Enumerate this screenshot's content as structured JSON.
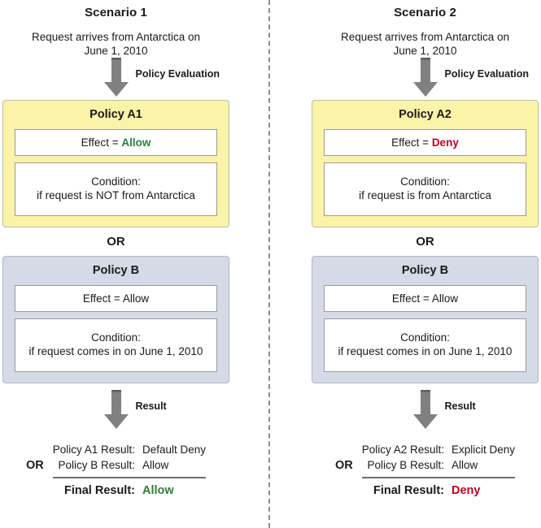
{
  "divider": {
    "style": "dashed-vertical",
    "color": "#8c8c8c"
  },
  "colors": {
    "allow": "#2e7d3c",
    "deny": "#c00020",
    "policy_a_fill": "#faf3a8",
    "policy_b_fill": "#d5dae6",
    "arrow": "#808080"
  },
  "scenarios": [
    {
      "title": "Scenario 1",
      "request": "Request arrives from Antarctica on\nJune 1, 2010",
      "eval_arrow_label": "Policy Evaluation",
      "policy_a": {
        "name": "Policy A1",
        "effect_prefix": "Effect = ",
        "effect_value": "Allow",
        "effect_state": "allow",
        "condition": "Condition:\nif request is NOT from Antarctica"
      },
      "or_separator": "OR",
      "policy_b": {
        "name": "Policy B",
        "effect_prefix": "Effect = ",
        "effect_value": "Allow",
        "effect_state": "plain",
        "condition": "Condition:\nif request comes in on June 1, 2010"
      },
      "result_arrow_label": "Result",
      "results": {
        "or_label": "OR",
        "rows": [
          {
            "label": "Policy A1 Result:",
            "value": "Default Deny"
          },
          {
            "label": "Policy B Result:",
            "value": "Allow"
          }
        ],
        "final_label": "Final Result:",
        "final_value": "Allow",
        "final_state": "allow"
      }
    },
    {
      "title": "Scenario 2",
      "request": "Request arrives from Antarctica on\nJune 1, 2010",
      "eval_arrow_label": "Policy Evaluation",
      "policy_a": {
        "name": "Policy A2",
        "effect_prefix": "Effect = ",
        "effect_value": "Deny",
        "effect_state": "deny",
        "condition": "Condition:\nif request is from Antarctica"
      },
      "or_separator": "OR",
      "policy_b": {
        "name": "Policy B",
        "effect_prefix": "Effect = ",
        "effect_value": "Allow",
        "effect_state": "plain",
        "condition": "Condition:\nif request comes in on June 1, 2010"
      },
      "result_arrow_label": "Result",
      "results": {
        "or_label": "OR",
        "rows": [
          {
            "label": "Policy A2 Result:",
            "value": "Explicit Deny"
          },
          {
            "label": "Policy B Result:",
            "value": "Allow"
          }
        ],
        "final_label": "Final Result:",
        "final_value": "Deny",
        "final_state": "deny"
      }
    }
  ]
}
